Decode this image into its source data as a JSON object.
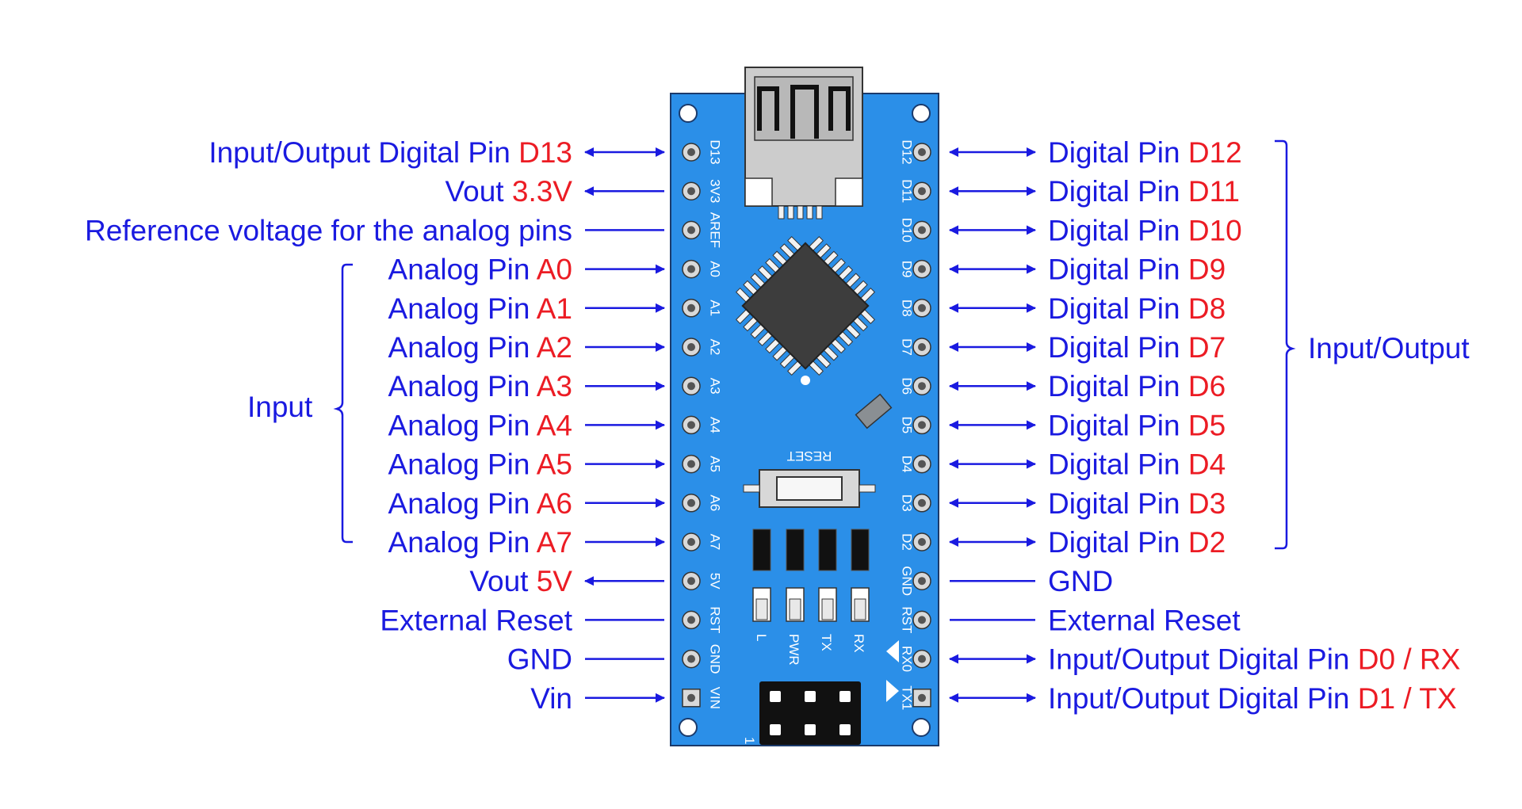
{
  "colors": {
    "label_blue": "#1a1ae0",
    "label_red": "#ec1c24",
    "board_blue": "#2b8fe8",
    "chip": "#3d3d3d",
    "usb_metal": "#c8c8c8"
  },
  "left_pins": [
    {
      "text": "Input/Output Digital Pin ",
      "highlight": "D13",
      "silk": "D13",
      "arrow": "both"
    },
    {
      "text": "Vout ",
      "highlight": "3.3V",
      "silk": "3V3",
      "arrow": "out"
    },
    {
      "text": "Reference voltage for the analog pins",
      "highlight": "",
      "silk": "AREF",
      "arrow": "none"
    },
    {
      "text": "Analog Pin ",
      "highlight": "A0",
      "silk": "A0",
      "arrow": "in"
    },
    {
      "text": "Analog Pin ",
      "highlight": "A1",
      "silk": "A1",
      "arrow": "in"
    },
    {
      "text": "Analog Pin ",
      "highlight": "A2",
      "silk": "A2",
      "arrow": "in"
    },
    {
      "text": "Analog Pin ",
      "highlight": "A3",
      "silk": "A3",
      "arrow": "in"
    },
    {
      "text": "Analog Pin ",
      "highlight": "A4",
      "silk": "A4",
      "arrow": "in"
    },
    {
      "text": "Analog Pin ",
      "highlight": "A5",
      "silk": "A5",
      "arrow": "in"
    },
    {
      "text": "Analog Pin ",
      "highlight": "A6",
      "silk": "A6",
      "arrow": "in"
    },
    {
      "text": "Analog Pin ",
      "highlight": "A7",
      "silk": "A7",
      "arrow": "in"
    },
    {
      "text": "Vout ",
      "highlight": "5V",
      "silk": "5V",
      "arrow": "out"
    },
    {
      "text": "External Reset",
      "highlight": "",
      "silk": "RST",
      "arrow": "none"
    },
    {
      "text": "GND",
      "highlight": "",
      "silk": "GND",
      "arrow": "none"
    },
    {
      "text": "Vin",
      "highlight": "",
      "silk": "VIN",
      "arrow": "in"
    }
  ],
  "right_pins": [
    {
      "text": "Digital Pin ",
      "highlight": "D12",
      "silk": "D12",
      "arrow": "both"
    },
    {
      "text": "Digital Pin ",
      "highlight": "D11",
      "silk": "D11",
      "arrow": "both"
    },
    {
      "text": "Digital Pin ",
      "highlight": "D10",
      "silk": "D10",
      "arrow": "both"
    },
    {
      "text": "Digital Pin ",
      "highlight": "D9",
      "silk": "D9",
      "arrow": "both"
    },
    {
      "text": "Digital Pin ",
      "highlight": "D8",
      "silk": "D8",
      "arrow": "both"
    },
    {
      "text": "Digital Pin ",
      "highlight": "D7",
      "silk": "D7",
      "arrow": "both"
    },
    {
      "text": "Digital Pin ",
      "highlight": "D6",
      "silk": "D6",
      "arrow": "both"
    },
    {
      "text": "Digital Pin ",
      "highlight": "D5",
      "silk": "D5",
      "arrow": "both"
    },
    {
      "text": "Digital Pin ",
      "highlight": "D4",
      "silk": "D4",
      "arrow": "both"
    },
    {
      "text": "Digital Pin ",
      "highlight": "D3",
      "silk": "D3",
      "arrow": "both"
    },
    {
      "text": "Digital Pin ",
      "highlight": "D2",
      "silk": "D2",
      "arrow": "both"
    },
    {
      "text": "GND",
      "highlight": "",
      "silk": "GND",
      "arrow": "none"
    },
    {
      "text": "External Reset",
      "highlight": "",
      "silk": "RST",
      "arrow": "none"
    },
    {
      "text": "Input/Output Digital Pin ",
      "highlight": "D0 / RX",
      "silk": "RX0",
      "arrow": "both"
    },
    {
      "text": "Input/Output Digital Pin ",
      "highlight": "D1 / TX",
      "silk": "TX1",
      "arrow": "both"
    }
  ],
  "groups": {
    "input_label": "Input",
    "io_label": "Input/Output"
  },
  "board": {
    "reset_label": "RESET",
    "leds": [
      "L",
      "PWR",
      "TX",
      "RX"
    ],
    "header_marker": "1"
  }
}
